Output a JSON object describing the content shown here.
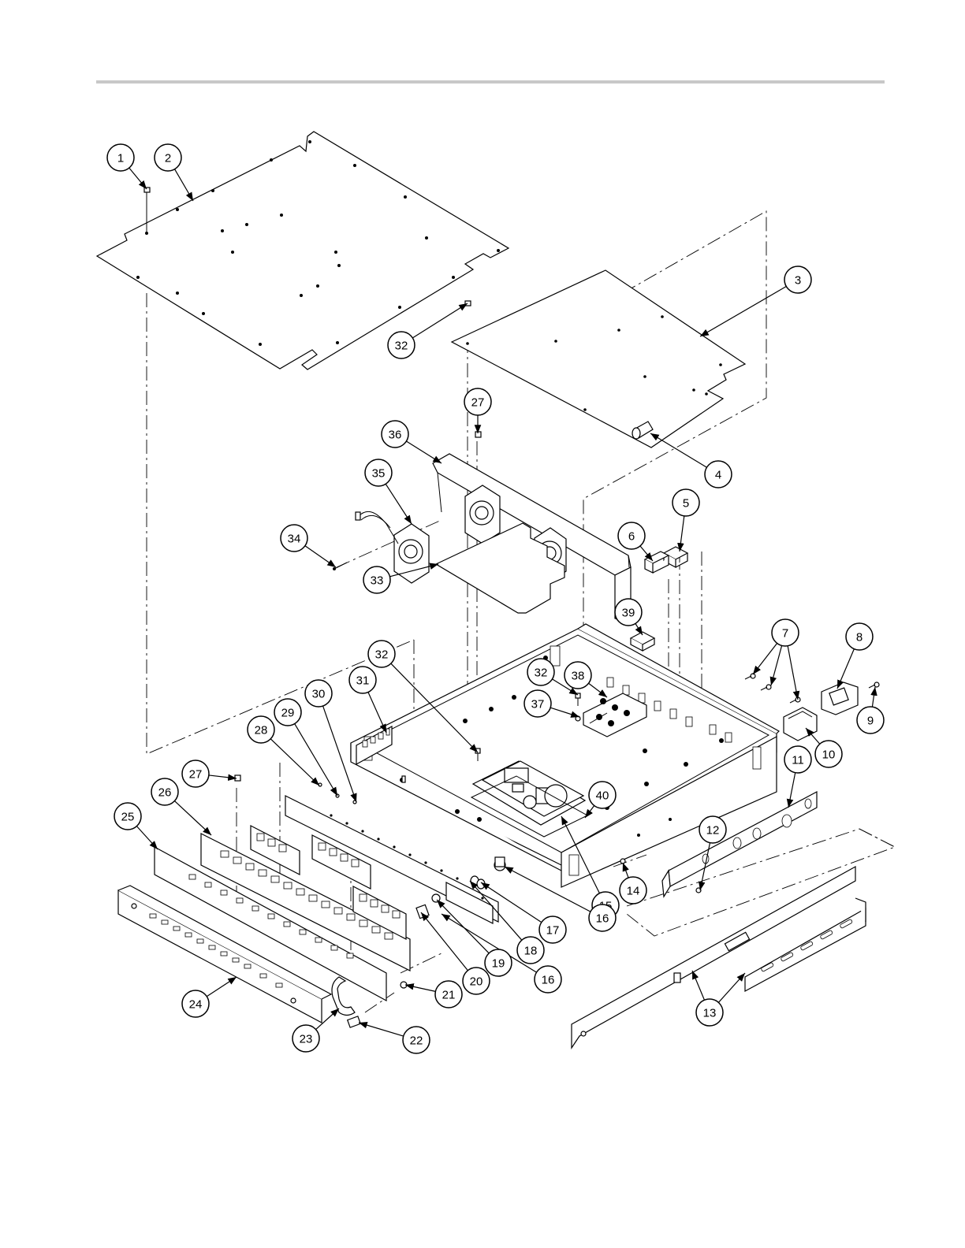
{
  "diagram": {
    "type": "exploded-parts-view",
    "callouts": [
      {
        "label": "1"
      },
      {
        "label": "2"
      },
      {
        "label": "3"
      },
      {
        "label": "4"
      },
      {
        "label": "5"
      },
      {
        "label": "6"
      },
      {
        "label": "7"
      },
      {
        "label": "8"
      },
      {
        "label": "9"
      },
      {
        "label": "10"
      },
      {
        "label": "11"
      },
      {
        "label": "12"
      },
      {
        "label": "13"
      },
      {
        "label": "14"
      },
      {
        "label": "15"
      },
      {
        "label": "16"
      },
      {
        "label": "16"
      },
      {
        "label": "17"
      },
      {
        "label": "18"
      },
      {
        "label": "19"
      },
      {
        "label": "20"
      },
      {
        "label": "21"
      },
      {
        "label": "22"
      },
      {
        "label": "23"
      },
      {
        "label": "24"
      },
      {
        "label": "25"
      },
      {
        "label": "26"
      },
      {
        "label": "27"
      },
      {
        "label": "27"
      },
      {
        "label": "28"
      },
      {
        "label": "29"
      },
      {
        "label": "30"
      },
      {
        "label": "31"
      },
      {
        "label": "32"
      },
      {
        "label": "32"
      },
      {
        "label": "32"
      },
      {
        "label": "33"
      },
      {
        "label": "34"
      },
      {
        "label": "35"
      },
      {
        "label": "36"
      },
      {
        "label": "37"
      },
      {
        "label": "38"
      },
      {
        "label": "39"
      },
      {
        "label": "40"
      }
    ]
  }
}
